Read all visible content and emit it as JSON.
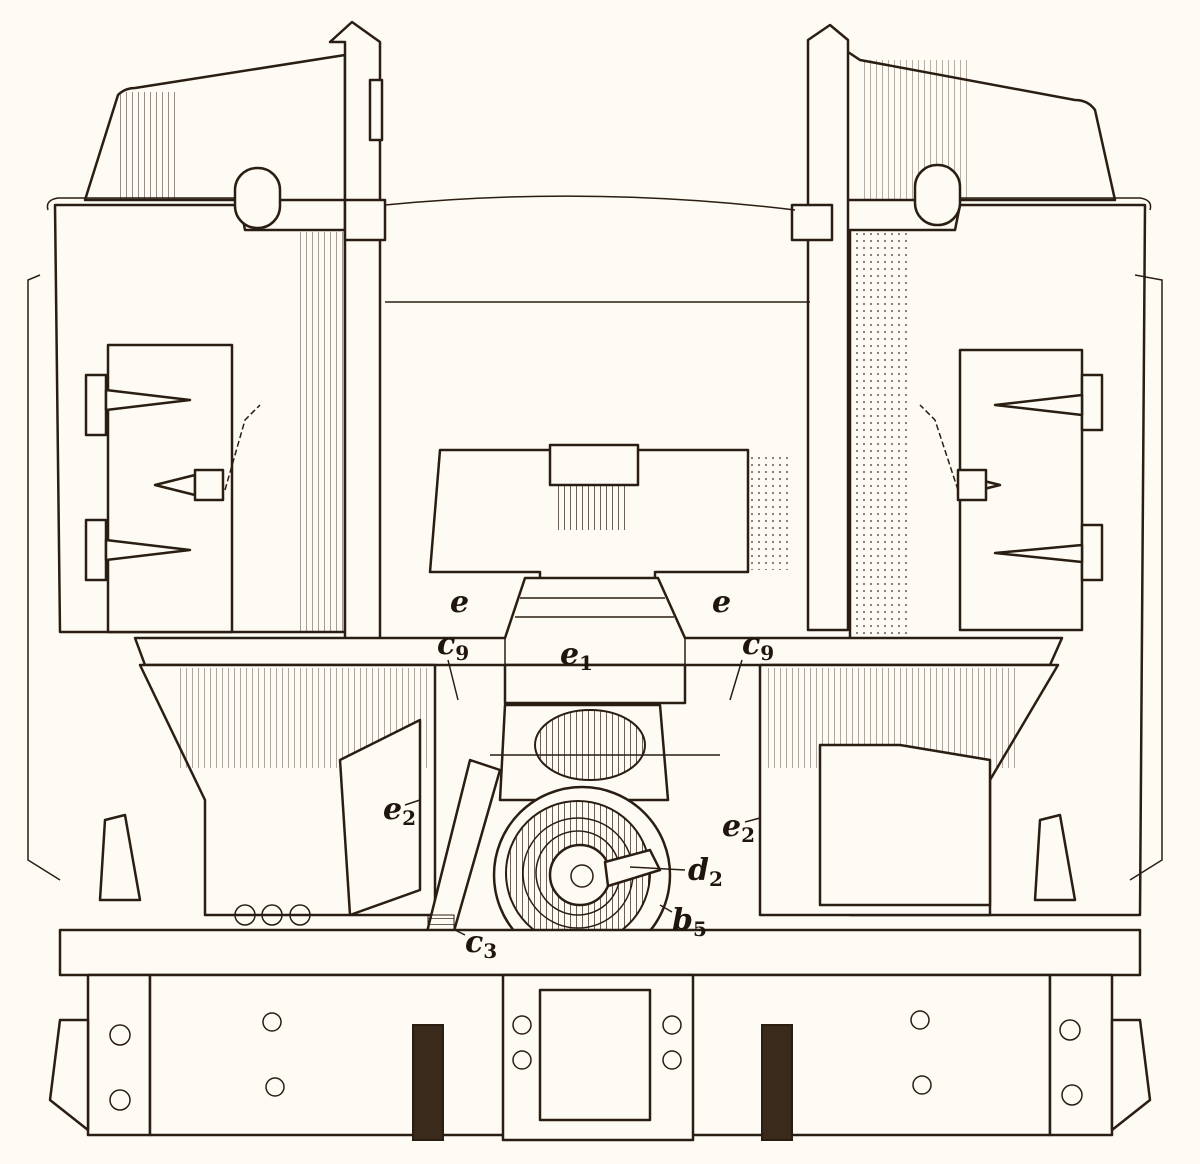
{
  "figure": {
    "subject": "Technical engraving of a machine frame with two side housings, hinged doors, central conveyor platform and drum",
    "style": "line engraving with hatching",
    "ink_color": "#2a1d12",
    "paper_color": "#fdfbf4"
  },
  "labels": {
    "e_left": {
      "base": "e",
      "sub": ""
    },
    "e_right": {
      "base": "e",
      "sub": ""
    },
    "e1": {
      "base": "e",
      "sub": "1"
    },
    "c9_left": {
      "base": "c",
      "sub": "9"
    },
    "c9_right": {
      "base": "c",
      "sub": "9"
    },
    "e2_left": {
      "base": "e",
      "sub": "2"
    },
    "e2_right": {
      "base": "e",
      "sub": "2"
    },
    "d2": {
      "base": "d",
      "sub": "2"
    },
    "b5": {
      "base": "b",
      "sub": "5"
    },
    "c3": {
      "base": "c",
      "sub": "3"
    }
  }
}
